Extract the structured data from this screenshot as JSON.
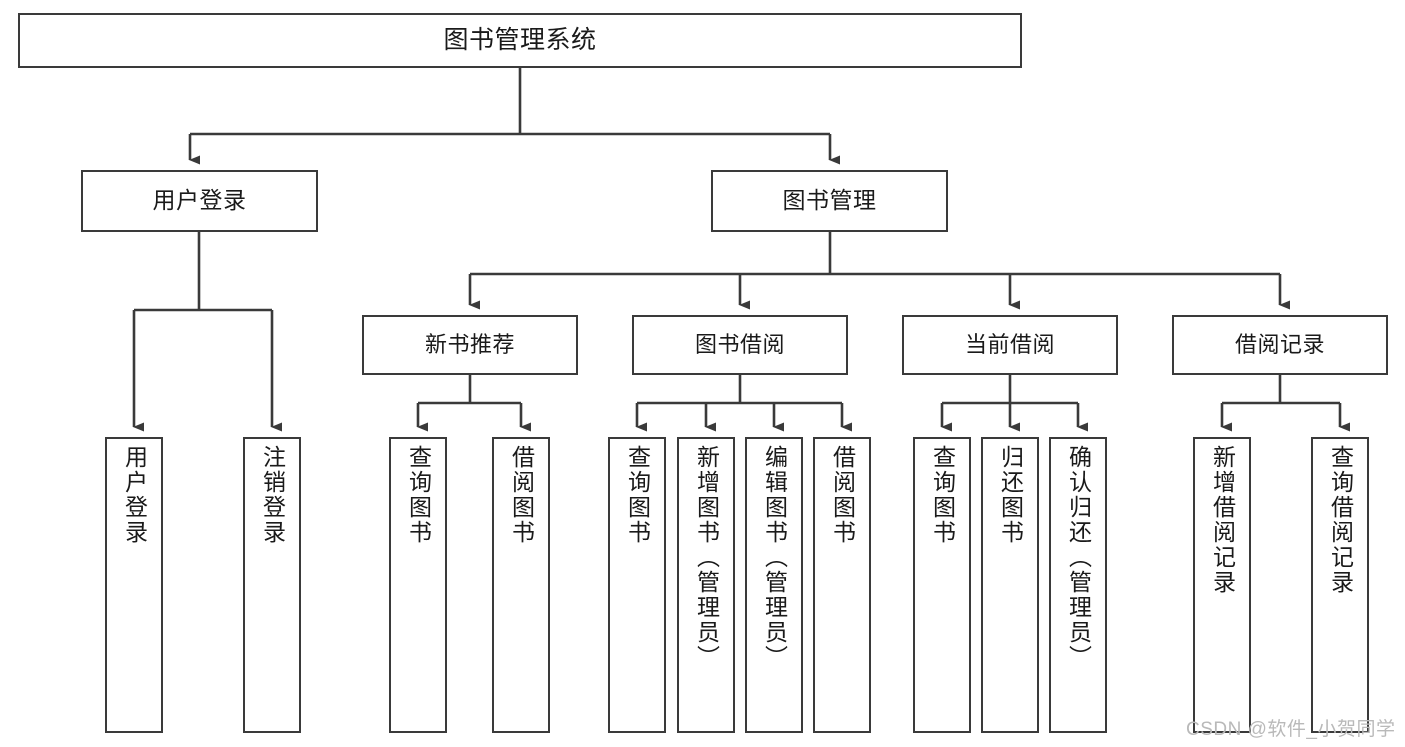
{
  "diagram": {
    "title": "图书管理系统",
    "type": "hierarchy-tree",
    "root": {
      "label": "图书管理系统"
    },
    "level_two": [
      {
        "label": "用户登录"
      },
      {
        "label": "图书管理"
      }
    ],
    "level_three": [
      {
        "label": "新书推荐"
      },
      {
        "label": "图书借阅"
      },
      {
        "label": "当前借阅"
      },
      {
        "label": "借阅记录"
      }
    ],
    "leaves": {
      "user_login": [
        {
          "label": "用户登录"
        },
        {
          "label": "注销登录"
        }
      ],
      "new_book_recommend": [
        {
          "label": "查询图书"
        },
        {
          "label": "借阅图书"
        }
      ],
      "book_borrow": [
        {
          "label": "查询图书"
        },
        {
          "label": "新增图书（管理员）"
        },
        {
          "label": "编辑图书（管理员）"
        },
        {
          "label": "借阅图书"
        }
      ],
      "current_borrow": [
        {
          "label": "查询图书"
        },
        {
          "label": "归还图书"
        },
        {
          "label": "确认归还（管理员）"
        }
      ],
      "borrow_record": [
        {
          "label": "新增借阅记录"
        },
        {
          "label": "查询借阅记录"
        }
      ]
    }
  },
  "watermark": {
    "text": "CSDN @软件_小贺同学"
  },
  "colors": {
    "stroke": "#3a3a3a",
    "box_fill": "#ffffff",
    "text": "#1a1a1a",
    "watermark": "#b9b9b9"
  }
}
